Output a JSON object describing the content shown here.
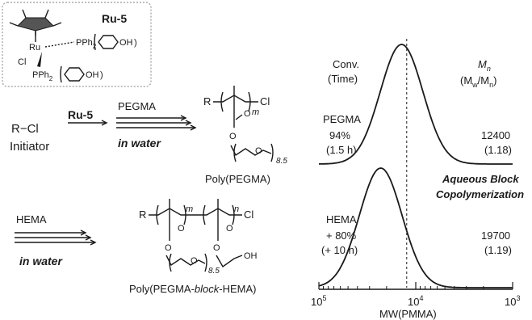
{
  "catalyst": {
    "name": "Ru-5",
    "metal": "Ru",
    "ligand_top": "PPh",
    "ligand_bottom": "PPh",
    "subscript": "2",
    "oh": "OH",
    "chloride": "Cl"
  },
  "step1": {
    "reactant": "R−Cl",
    "reactant_caption": "Initiator",
    "catalyst_label": "Ru-5",
    "monomer": "PEGMA",
    "condition": "in water",
    "product_caption": "Poly(PEGMA)"
  },
  "step2": {
    "monomer": "HEMA",
    "condition": "in water",
    "product_caption_pre": "Poly(PEGMA-",
    "product_caption_block": "block",
    "product_caption_post": "-HEMA)"
  },
  "structure": {
    "r": "R",
    "cl": "Cl",
    "o": "O",
    "oh": "OH",
    "m": "m",
    "n": "n",
    "repeat": "8.5"
  },
  "chart_data": {
    "type": "line",
    "xlabel": "MW(PMMA)",
    "x_ticks": [
      "10",
      "10",
      "10"
    ],
    "x_tick_exponents": [
      "5",
      "4",
      "3"
    ],
    "x_scale": "log, decreasing",
    "xlim": [
      100000,
      1000
    ],
    "header_left": [
      "Conv.",
      "(Time)"
    ],
    "header_right_mn": "M",
    "header_right_mn_sub": "n",
    "header_right_disp": [
      "(M",
      "w",
      "/M",
      "n",
      ")"
    ],
    "reference_line_x": 12400,
    "annotation": [
      "Aqueous Block",
      "Copolymerization"
    ],
    "series": [
      {
        "name": "PEGMA",
        "conv": "94%",
        "time": "(1.5 h)",
        "mn": "12400",
        "disp": "(1.18)",
        "peak_mw": 14000,
        "width_decades": 0.22
      },
      {
        "name": "HEMA",
        "conv": "+ 80%",
        "time": "(+ 10 h)",
        "mn": "19700",
        "disp": "(1.19)",
        "peak_mw": 23000,
        "width_decades": 0.22
      }
    ]
  }
}
